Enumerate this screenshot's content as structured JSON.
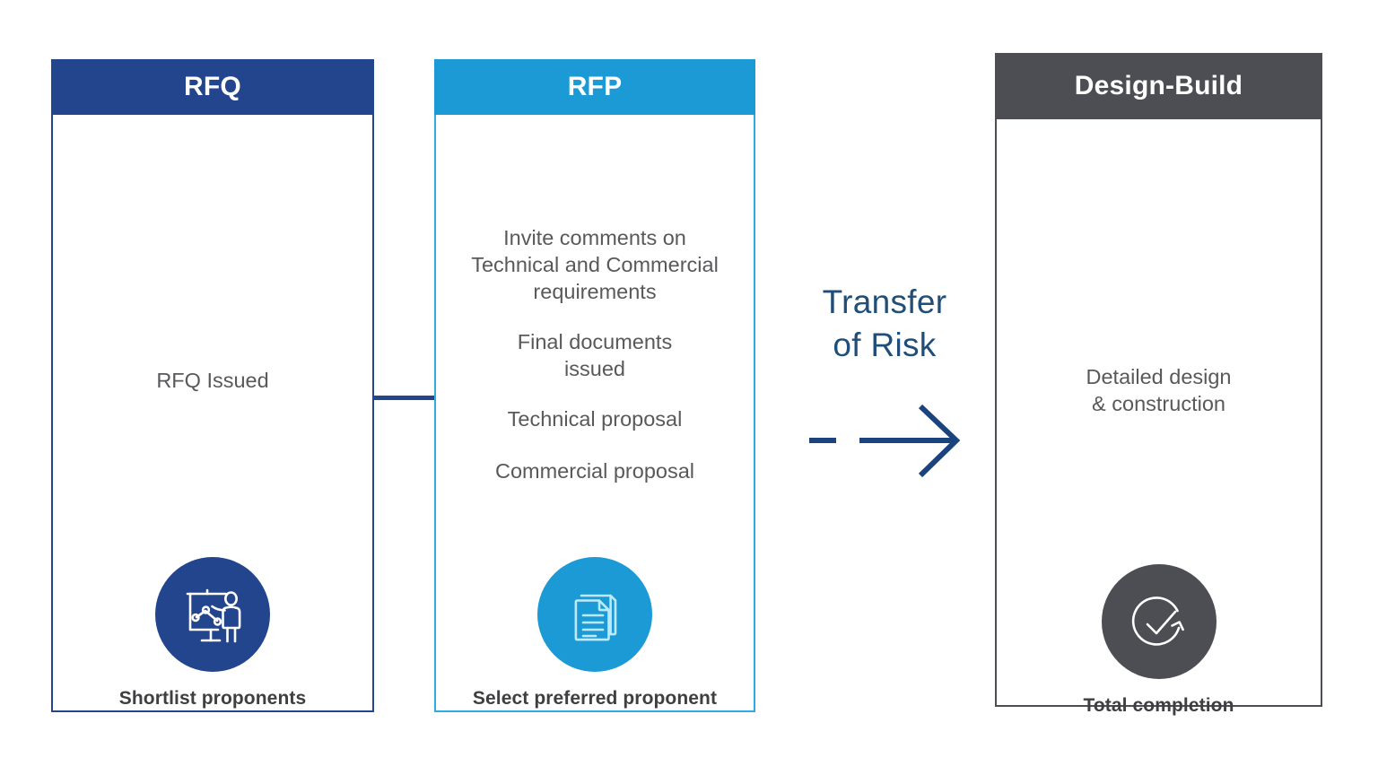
{
  "diagram": {
    "title_hidden": "",
    "columns": [
      {
        "id": "rfq",
        "header": "RFQ",
        "header_bg": "#23458E",
        "border_color": "#23458E",
        "body_lines": [
          "RFQ Issued"
        ],
        "icon": "presenter-chart-icon",
        "icon_circle_color": "#23458E",
        "caption": "Shortlist proponents"
      },
      {
        "id": "rfp",
        "header": "RFP",
        "header_bg": "#1C9AD6",
        "border_color": "#31ACDE",
        "body_lines": [
          "Invite comments on\nTechnical and Commercial\nrequirements",
          "Final documents\nissued",
          "Technical proposal",
          "Commercial proposal"
        ],
        "icon": "documents-stack-icon",
        "icon_circle_color": "#1C9AD6",
        "caption": "Select preferred proponent"
      },
      {
        "id": "design-build",
        "header": "Design-Build",
        "header_bg": "#4D4D54",
        "border_color": "#4D4D54",
        "body_lines": [
          "Detailed design\n& construction"
        ],
        "icon": "check-circle-arrow-icon",
        "icon_circle_color": "#4D4D54",
        "caption": "Total completion"
      }
    ],
    "transfer": {
      "label": "Transfer\nof Risk",
      "label_color": "#1F4E79",
      "arrow": "dashed-right-arrow-icon",
      "arrow_color": "#1B447F"
    },
    "connector": {
      "name": "rfq-rfp-connector",
      "color": "#23458E"
    },
    "palette": {
      "navy": "#23458E",
      "cyan": "#1C9AD6",
      "gray": "#4D4D54",
      "body_text": "#59595B",
      "caption_text": "#3F3F41",
      "background": "#FFFFFF"
    }
  }
}
